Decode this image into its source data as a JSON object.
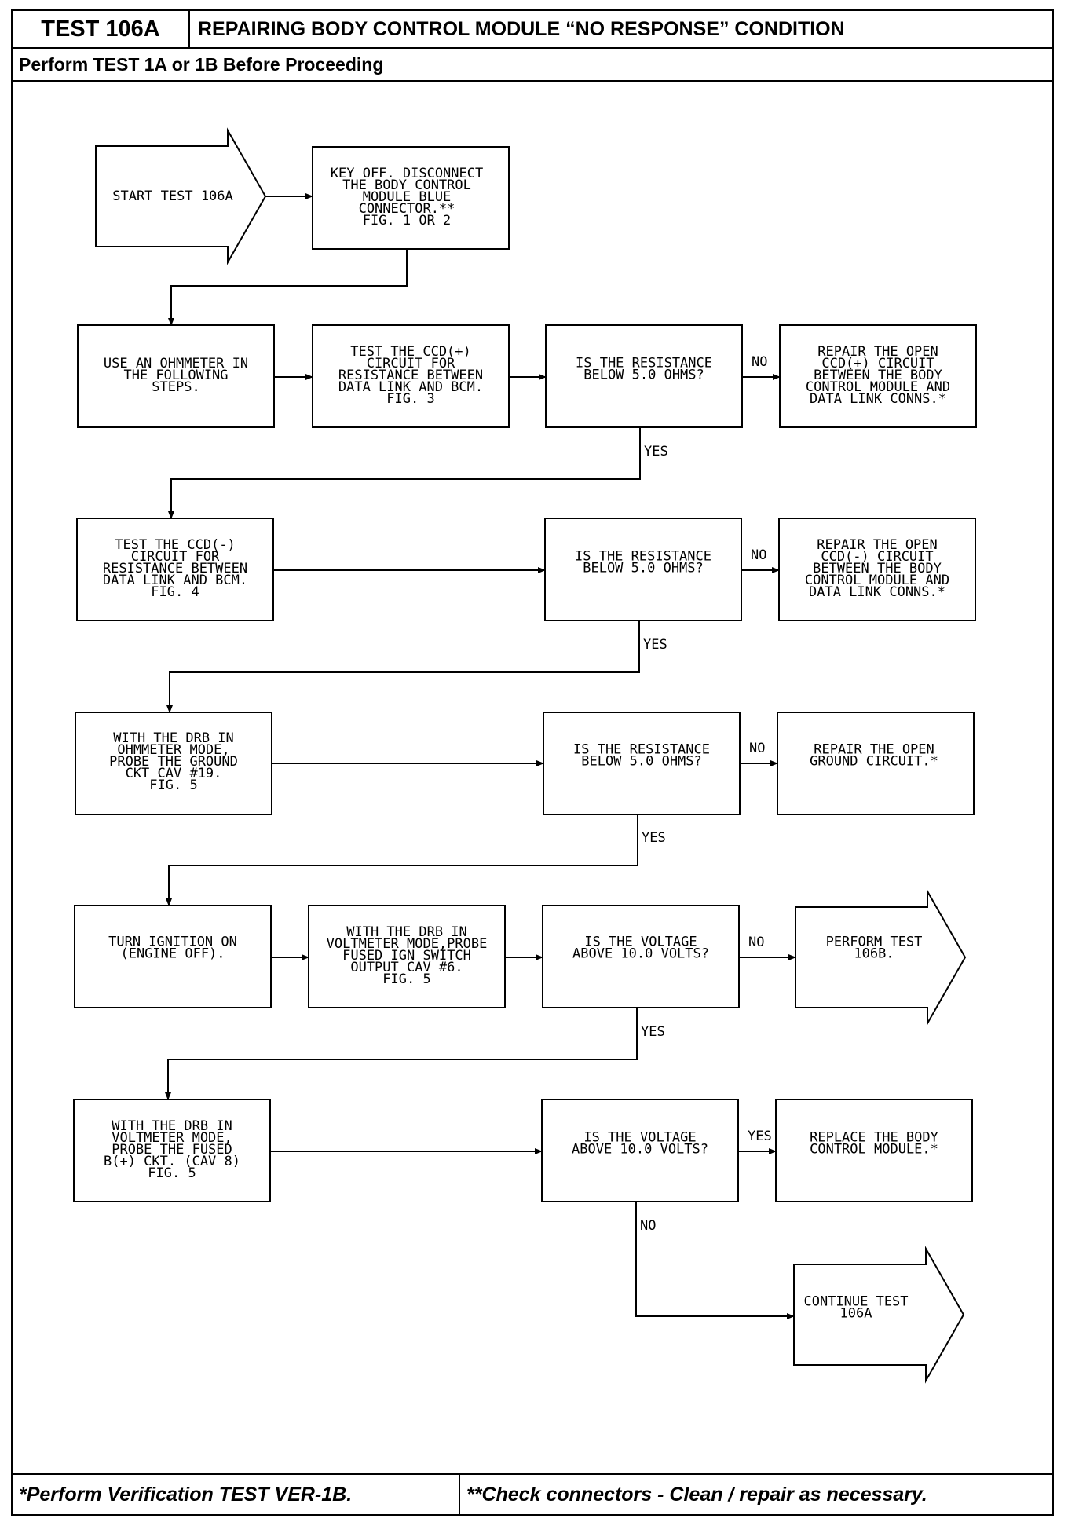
{
  "header": {
    "test_id": "TEST 106A",
    "title": "REPAIRING BODY CONTROL MODULE “NO RESPONSE” CONDITION",
    "prerequisite": "Perform TEST 1A or 1B Before Proceeding"
  },
  "footer": {
    "note_left": "*Perform Verification TEST VER-1B.",
    "note_right": "**Check connectors - Clean / repair as necessary."
  },
  "flow": {
    "start": [
      "START TEST 106A"
    ],
    "disconnect": [
      "KEY OFF. DISCONNECT",
      "THE BODY CONTROL",
      "MODULE BLUE",
      "CONNECTOR.**",
      "FIG. 1 OR 2"
    ],
    "ohmmeter": [
      "USE AN OHMMETER IN",
      "THE FOLLOWING",
      "STEPS."
    ],
    "test_ccd_pos": [
      "TEST THE CCD(+)",
      "CIRCUIT FOR",
      "RESISTANCE BETWEEN",
      "DATA LINK AND BCM.",
      "FIG. 3"
    ],
    "q_res_1": [
      "IS THE RESISTANCE",
      "BELOW 5.0 OHMS?"
    ],
    "repair_ccd_pos": [
      "REPAIR THE OPEN",
      "CCD(+) CIRCUIT",
      "BETWEEN THE BODY",
      "CONTROL MODULE AND",
      "DATA LINK CONNS.*"
    ],
    "test_ccd_neg": [
      "TEST THE CCD(-)",
      "CIRCUIT FOR",
      "RESISTANCE BETWEEN",
      "DATA LINK AND BCM.",
      "FIG. 4"
    ],
    "q_res_2": [
      "IS THE RESISTANCE",
      "BELOW 5.0 OHMS?"
    ],
    "repair_ccd_neg": [
      "REPAIR THE OPEN",
      "CCD(-) CIRCUIT",
      "BETWEEN THE BODY",
      "CONTROL MODULE AND",
      "DATA LINK CONNS.*"
    ],
    "probe_ground": [
      "WITH THE DRB IN",
      "OHMMETER MODE,",
      "PROBE THE GROUND",
      "CKT CAV #19.",
      "FIG. 5"
    ],
    "q_res_3": [
      "IS THE RESISTANCE",
      "BELOW 5.0 OHMS?"
    ],
    "repair_ground": [
      "REPAIR THE OPEN",
      "GROUND CIRCUIT.*"
    ],
    "ignition_on": [
      "TURN IGNITION ON",
      "(ENGINE OFF)."
    ],
    "probe_ign": [
      "WITH THE DRB IN",
      "VOLTMETER MODE,PROBE",
      "FUSED IGN SWITCH",
      "OUTPUT CAV #6.",
      "FIG. 5"
    ],
    "q_volt_1": [
      "IS THE VOLTAGE",
      "ABOVE 10.0 VOLTS?"
    ],
    "perform_106b": [
      "PERFORM TEST",
      "106B."
    ],
    "probe_b_plus": [
      "WITH THE DRB IN",
      "VOLTMETER MODE,",
      "PROBE THE FUSED",
      "B(+) CKT. (CAV 8)",
      "FIG. 5"
    ],
    "q_volt_2": [
      "IS THE VOLTAGE",
      "ABOVE 10.0 VOLTS?"
    ],
    "replace_bcm": [
      "REPLACE THE BODY",
      "CONTROL MODULE.*"
    ],
    "continue_106a": [
      "CONTINUE TEST",
      "106A"
    ]
  },
  "labels": {
    "no": "NO",
    "yes": "YES"
  }
}
